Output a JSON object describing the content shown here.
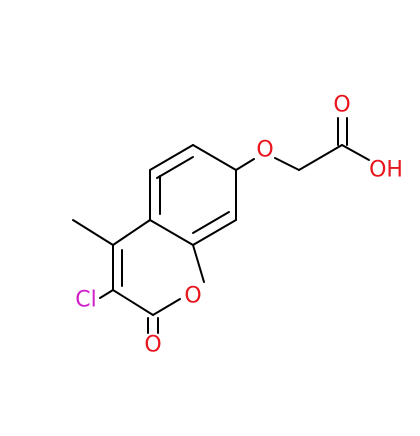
{
  "molecule": {
    "colors": {
      "bond": "#000000",
      "oxygen": "#e8151c",
      "chlorine": "#d01ec8"
    },
    "labels": {
      "ether_oxygen": "O",
      "carbonyl_oxygen_acid": "O",
      "hydroxyl": "OH",
      "ring_oxygen": "O",
      "lactone_carbonyl_oxygen": "O",
      "chlorine": "Cl"
    }
  }
}
